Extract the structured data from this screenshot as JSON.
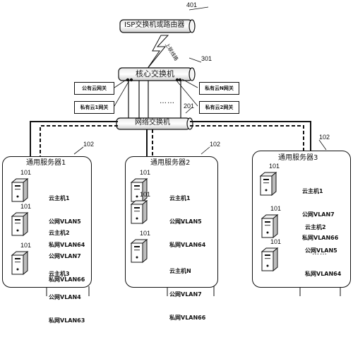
{
  "refs": {
    "isp": "401",
    "core": "301",
    "net": "201",
    "server1": "102",
    "server2": "102",
    "server3": "102",
    "host": "101"
  },
  "isp_label": "ISP交换机或路由器",
  "uplink_label": "上联线路",
  "core_label": "核心交换机",
  "net_label": "网络交换机",
  "gateways": {
    "public": "公有云网关",
    "private1": "私有云1网关",
    "privateN": "私有云N网关",
    "private2": "私有云2网关"
  },
  "ellipsis": "……",
  "servers": [
    {
      "title": "通用服务器1",
      "hosts": [
        {
          "name": "云主机1",
          "public_vlan": "公网VLAN5",
          "private_vlan": "私网VLAN64"
        },
        {
          "name": "云主机2",
          "public_vlan": "公网VLAN7",
          "private_vlan": "私网VLAN66"
        },
        {
          "name": "云主机3",
          "public_vlan": "公网VLAN4",
          "private_vlan": "私网VLAN63"
        }
      ]
    },
    {
      "title": "通用服务器2",
      "hosts": [
        {
          "name": "云主机1",
          "public_vlan": "公网VLAN5",
          "private_vlan": "私网VLAN64"
        },
        {
          "name": "云主机N",
          "public_vlan": "公网VLAN7",
          "private_vlan": "私网VLAN66"
        }
      ]
    },
    {
      "title": "通用服务器3",
      "hosts": [
        {
          "name": "云主机1",
          "public_vlan": "公网VLAN7",
          "private_vlan": "私网VLAN66"
        },
        {
          "name": "云主机2",
          "public_vlan": "公网VLAN5",
          "private_vlan": "私网VLAN64"
        }
      ]
    }
  ]
}
